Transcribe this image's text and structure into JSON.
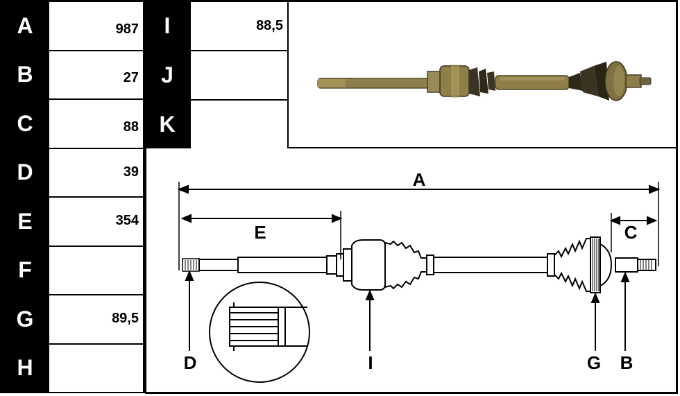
{
  "spec_table": [
    {
      "letter": "A",
      "value": "987"
    },
    {
      "letter": "B",
      "value": "27"
    },
    {
      "letter": "C",
      "value": "88"
    },
    {
      "letter": "D",
      "value": "39"
    },
    {
      "letter": "E",
      "value": "354"
    },
    {
      "letter": "F",
      "value": ""
    },
    {
      "letter": "G",
      "value": "89,5"
    },
    {
      "letter": "H",
      "value": ""
    }
  ],
  "mid_table": [
    {
      "letter": "I",
      "value": "88,5"
    },
    {
      "letter": "J",
      "value": ""
    },
    {
      "letter": "K",
      "value": ""
    }
  ],
  "diagram_labels": {
    "A": "A",
    "B": "B",
    "C": "C",
    "D": "D",
    "E": "E",
    "G": "G",
    "I": "I"
  },
  "colors": {
    "letter_bg": "#000000",
    "shaft_photo": "#8a7a45",
    "boot_photo": "#3a3323"
  }
}
